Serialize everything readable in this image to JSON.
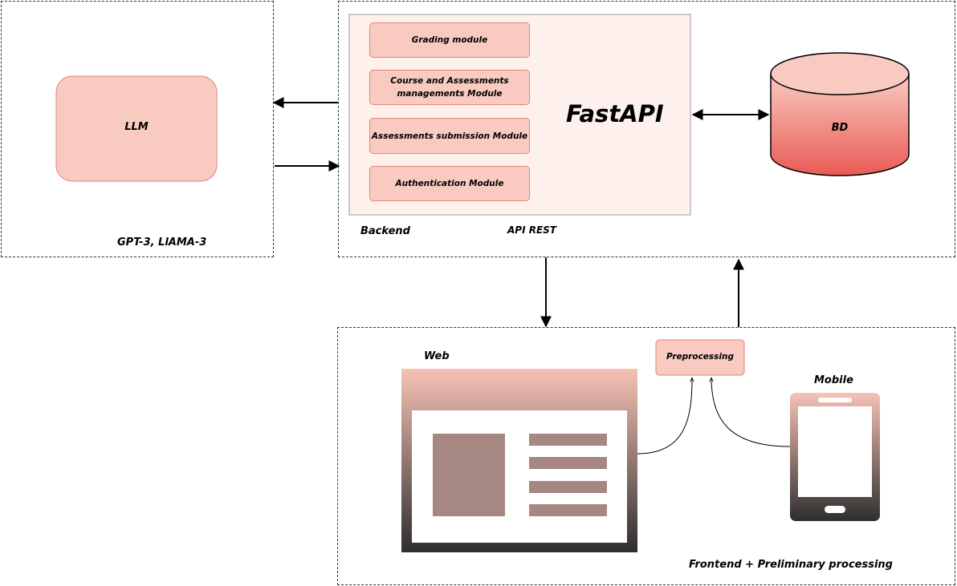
{
  "llm_panel": {
    "llm_label": "LLM",
    "models_label": "GPT-3, LlAMA-3"
  },
  "backend_panel": {
    "modules": [
      "Grading module",
      "Course and Assessments managements Module",
      "Assessments submission Module",
      "Authentication Module"
    ],
    "framework_label": "FastAPI",
    "backend_label": "Backend",
    "api_label": "API REST"
  },
  "database": {
    "label": "BD"
  },
  "frontend_panel": {
    "web_label": "Web",
    "mobile_label": "Mobile",
    "preprocessing_label": "Preprocessing",
    "frontend_label": "Frontend + Preliminary processing"
  },
  "colors": {
    "box_fill": "#f9cbc0",
    "box_stroke": "#e0867a",
    "backend_fill": "#fdf0ed",
    "db_top": "#f9cbc0",
    "db_bottom": "#ea5a55"
  }
}
